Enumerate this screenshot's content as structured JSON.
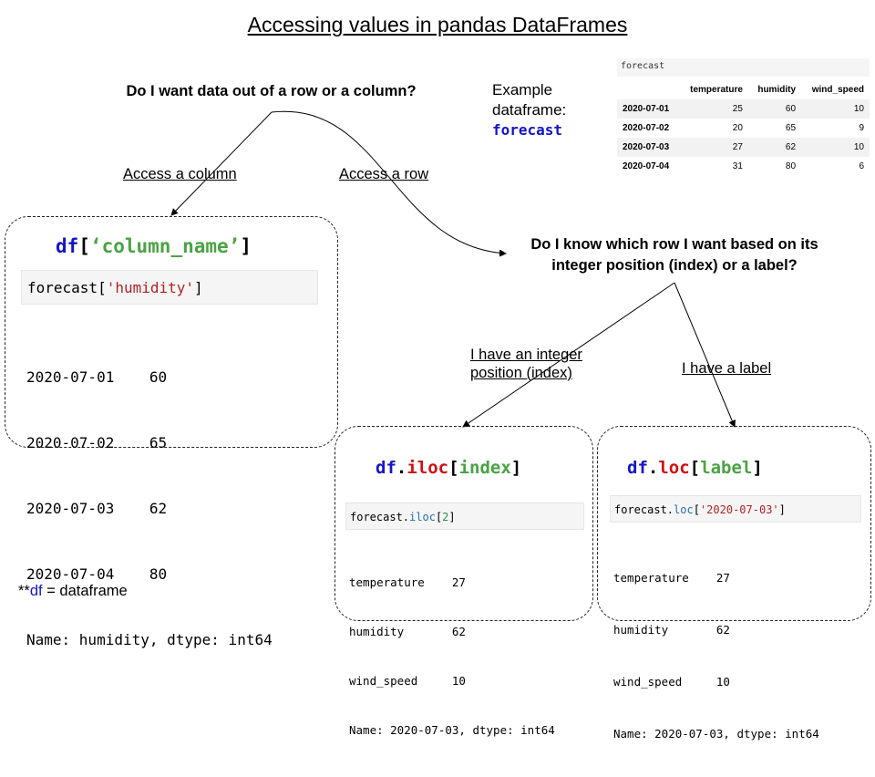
{
  "title": "Accessing values in pandas DataFrames",
  "questions": {
    "row_or_column": "Do I want data out of a row or a column?",
    "position_or_label_line1": "Do I know which row I want based on its",
    "position_or_label_line2": "integer position (index) or a label?"
  },
  "branches": {
    "column": "Access a column",
    "row": "Access a row",
    "integer_line1": "I have an integer",
    "integer_line2": "position (index)",
    "label": "I have a label"
  },
  "example": {
    "label_line1": "Example",
    "label_line2": "dataframe:",
    "name": "forecast",
    "table_caption": "forecast",
    "columns": [
      "temperature",
      "humidity",
      "wind_speed"
    ],
    "rows": [
      {
        "index": "2020-07-01",
        "values": [
          "25",
          "60",
          "10"
        ]
      },
      {
        "index": "2020-07-02",
        "values": [
          "20",
          "65",
          "9"
        ]
      },
      {
        "index": "2020-07-03",
        "values": [
          "27",
          "62",
          "10"
        ]
      },
      {
        "index": "2020-07-04",
        "values": [
          "31",
          "80",
          "6"
        ]
      }
    ]
  },
  "column_access": {
    "syntax_df": "df",
    "syntax_open": "[",
    "syntax_arg": "‘column_name’",
    "syntax_close": "]",
    "code_prefix": "forecast[",
    "code_arg": "'humidity'",
    "code_suffix": "]",
    "output": [
      "2020-07-01    60",
      "2020-07-02    65",
      "2020-07-03    62",
      "2020-07-04    80",
      "Name: humidity, dtype: int64"
    ]
  },
  "iloc_access": {
    "syntax_df": "df",
    "syntax_dot": ".",
    "syntax_method": "iloc",
    "syntax_open": "[",
    "syntax_arg": "index",
    "syntax_close": "]",
    "code_prefix": "forecast.",
    "code_method": "iloc",
    "code_open": "[",
    "code_arg": "2",
    "code_close": "]",
    "output": [
      "temperature    27",
      "humidity       62",
      "wind_speed     10",
      "Name: 2020-07-03, dtype: int64"
    ]
  },
  "loc_access": {
    "syntax_df": "df",
    "syntax_dot": ".",
    "syntax_method": "loc",
    "syntax_open": "[",
    "syntax_arg": "label",
    "syntax_close": "]",
    "code_prefix": "forecast.",
    "code_method": "loc",
    "code_open": "[",
    "code_arg": "'2020-07-03'",
    "code_close": "]",
    "output": [
      "temperature    27",
      "humidity       62",
      "wind_speed     10",
      "Name: 2020-07-03, dtype: int64"
    ]
  },
  "footnote": {
    "stars": "**",
    "df": "df",
    "rest": " = dataframe"
  },
  "colors": {
    "df_blue": "#1414c8",
    "method_red": "#d01010",
    "arg_green": "#4aa344",
    "code_string_red": "#b22222",
    "code_method_blue": "#2a6fb0",
    "code_number_green": "#2e8b57"
  }
}
